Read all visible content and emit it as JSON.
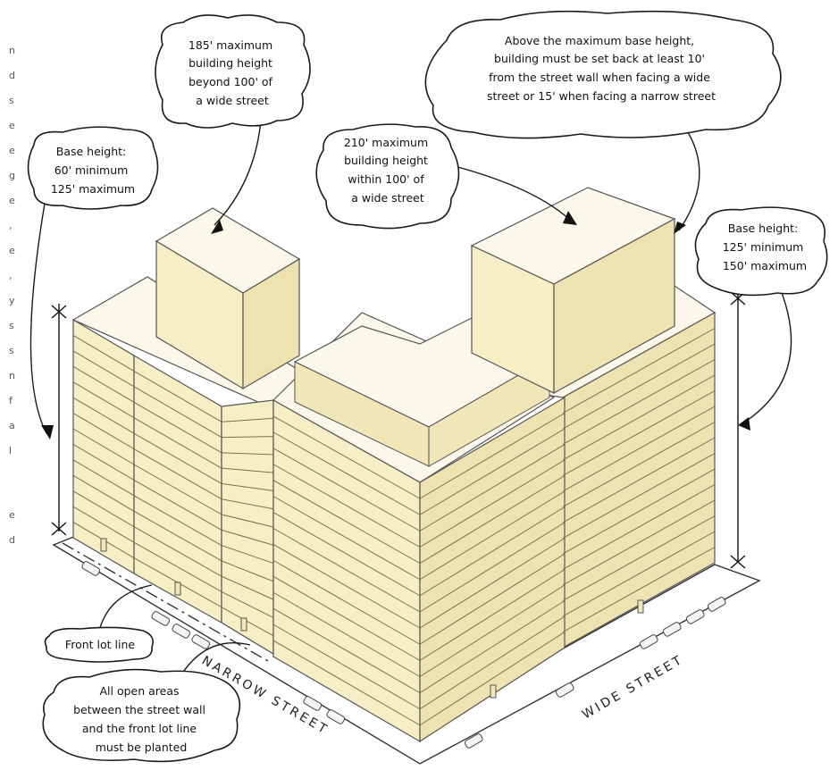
{
  "callouts": {
    "max_height_beyond": [
      "185' maximum",
      "building height",
      "beyond 100' of",
      "a wide street"
    ],
    "base_height_narrow": [
      "Base height:",
      "60' minimum",
      "125' maximum"
    ],
    "setback": [
      "Above the maximum base height,",
      "building must be set back at least 10'",
      "from the street wall when facing a wide",
      "street or 15' when facing a narrow street"
    ],
    "max_height_within": [
      "210' maximum",
      "building height",
      "within 100' of",
      "a wide street"
    ],
    "base_height_wide": [
      "Base height:",
      "125' minimum",
      "150' maximum"
    ],
    "front_lot_line": [
      "Front lot line"
    ],
    "open_areas": [
      "All open areas",
      "between the street wall",
      "and the front lot line",
      "must be planted"
    ]
  },
  "streets": {
    "narrow": "NARROW  STREET",
    "wide": "WIDE  STREET"
  },
  "edge_text": [
    "n",
    "d",
    "s",
    "e",
    "e",
    "g",
    "e",
    ",",
    "e",
    ",",
    "y",
    "s",
    "s",
    "n",
    "f",
    "a",
    "l",
    "e",
    "d"
  ]
}
